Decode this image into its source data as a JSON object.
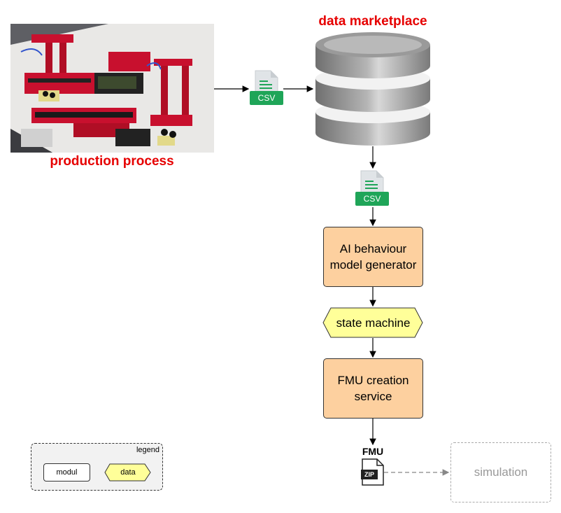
{
  "labels": {
    "data_marketplace": "data marketplace",
    "production_process": "production process"
  },
  "file_badges": {
    "csv_1": "CSV",
    "csv_2": "CSV",
    "fmu_title": "FMU",
    "zip": "ZIP"
  },
  "nodes": {
    "ai_generator": "AI behaviour\nmodel generator",
    "state_machine": "state machine",
    "fmu_service": "FMU creation\nservice",
    "simulation": "simulation"
  },
  "legend": {
    "title": "legend",
    "modul": "modul",
    "data": "data"
  },
  "colors": {
    "label_red": "#e60000",
    "module_fill": "#fdd09f",
    "data_fill": "#ffff99",
    "csv_green": "#1fa558"
  }
}
